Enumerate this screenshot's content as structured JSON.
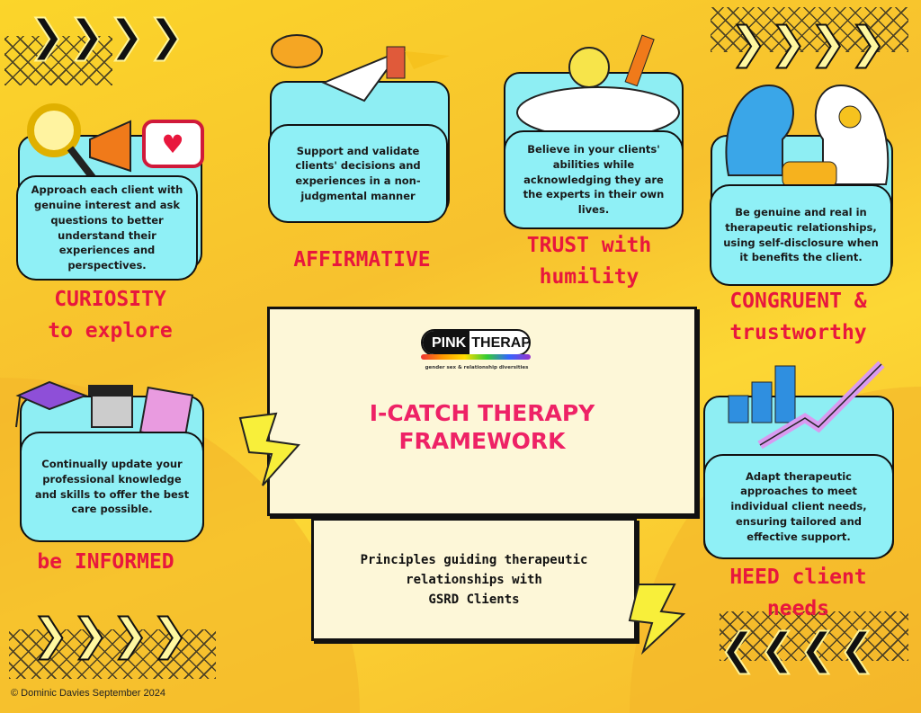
{
  "title": {
    "line1": "I-CATCH THERAPY",
    "line2": "FRAMEWORK"
  },
  "subtitle": {
    "line1": "Principles guiding therapeutic",
    "line2": "relationships with",
    "line3": "GSRD Clients"
  },
  "logo": {
    "pink": "PINK",
    "therapy": "THERAPY",
    "tagline": "gender sex & relationship diversities"
  },
  "principles": [
    {
      "label1": "CURIOSITY",
      "label2": "to explore",
      "text": "Approach each client with genuine interest and ask questions to better understand their experiences and perspectives."
    },
    {
      "label1": "AFFIRMATIVE",
      "text": "Support and validate clients' decisions and experiences in a non-judgmental manner"
    },
    {
      "label1": "TRUST with",
      "label2": "humility",
      "text": "Believe in your clients' abilities while acknowledging they are the experts in their own lives."
    },
    {
      "label1": "CONGRUENT &",
      "label2": "trustworthy",
      "text": "Be genuine and real in therapeutic relationships, using self-disclosure when it benefits the client."
    },
    {
      "label1": "be INFORMED",
      "text": "Continually update your professional knowledge and skills to offer the best care possible."
    },
    {
      "label1": "HEED client",
      "label2": "needs",
      "text": "Adapt therapeutic approaches to meet individual client needs, ensuring tailored and effective support."
    }
  ],
  "copyright": "© Dominic Davies September 2024",
  "colors": {
    "accent": "#e8173d",
    "card": "#8ff0f6",
    "background": "#fbd52a"
  }
}
